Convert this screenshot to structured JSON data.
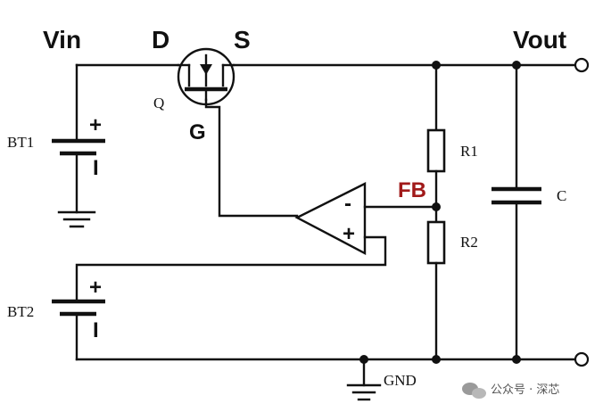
{
  "labels": {
    "vin": "Vin",
    "drain": "D",
    "source": "S",
    "gate": "G",
    "vout": "Vout",
    "transistor": "Q",
    "fb": "FB",
    "r1": "R1",
    "r2": "R2",
    "cap": "C",
    "bt1": "BT1",
    "bt2": "BT2",
    "gnd": "GND",
    "plus": "+",
    "minus": "I",
    "opamp_minus": "-",
    "opamp_plus": "+"
  },
  "watermark": {
    "text": "公众号 · 深芯"
  },
  "colors": {
    "wire": "#111111",
    "fb_label": "#a11a1a"
  }
}
